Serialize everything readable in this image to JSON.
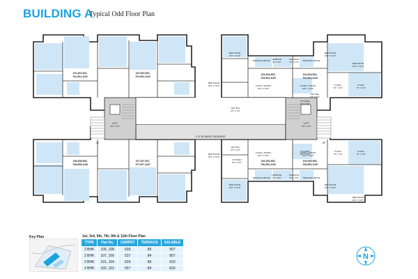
{
  "header": {
    "title": "BUILDING A",
    "subtitle": "Typical Odd Floor Plan"
  },
  "plan": {
    "passage_label": "1.37 M WIDE PASSAGE",
    "lift_labels": [
      {
        "name": "LIFT",
        "dim": "6'0\" X 6'0\""
      },
      {
        "name": "LIFT",
        "dim": "6'0\" X 6'0\""
      }
    ],
    "up_label": "UP",
    "flat_groups": [
      {
        "line1": "101,301,501,",
        "line2": "701,901,1101"
      },
      {
        "line1": "102,302,502,",
        "line2": "702,902,1102"
      },
      {
        "line1": "103,303,503,",
        "line2": "703,903,1103"
      },
      {
        "line1": "104,304,504,",
        "line2": "704,904,1104"
      },
      {
        "line1": "108,308,508,",
        "line2": "708,908,1108"
      },
      {
        "line1": "107,307,507,",
        "line2": "707,907,1107"
      },
      {
        "line1": "106,306,506,",
        "line2": "706,906,1106"
      },
      {
        "line1": "105,305,505,",
        "line2": "705,905,1105"
      }
    ],
    "rooms": {
      "bed_room": "BED ROOM",
      "bed_room_dim": "10'0\" X 10'6\"",
      "bed_room_dim2": "10'0\" X 10'0\"",
      "living_dining": "LIVING / DINING",
      "living_dim": "10'0\" X 15'6\"",
      "living_dim2": "11'0\" X 15'6\"",
      "kitchen": "KITCHEN",
      "kitchen_dim": "8'0\" X 8'0\"",
      "toilet": "TOILET",
      "toilet_dim": "7'0\" X 4'6\"",
      "dry_bal": "DRY BAL",
      "dry_bal_dim": "6'2\" X 4'0\"",
      "terrace": "TERRACE",
      "terrace_dim": "7'0\" X 6'6\"",
      "terrace_above": "TERRACE ABOVE"
    }
  },
  "key_plan": {
    "label": "Key Plan"
  },
  "area_table": {
    "title": "1st, 3rd, 5th, 7th, 9th & 11th Floor Plan",
    "headers": [
      "TYPE",
      "Flat No.",
      "CARPET",
      "TERRACE",
      "SALABLE"
    ],
    "rows": [
      [
        "2 BHK",
        "105, 108",
        "609",
        "89",
        "907"
      ],
      [
        "2 BHK",
        "107, 106",
        "537",
        "84",
        "807"
      ],
      [
        "2 BHK",
        "101, 104",
        "629",
        "89",
        "923"
      ],
      [
        "2 BHK",
        "102, 103",
        "557",
        "84",
        "833"
      ]
    ]
  },
  "compass": {
    "letter": "N"
  }
}
